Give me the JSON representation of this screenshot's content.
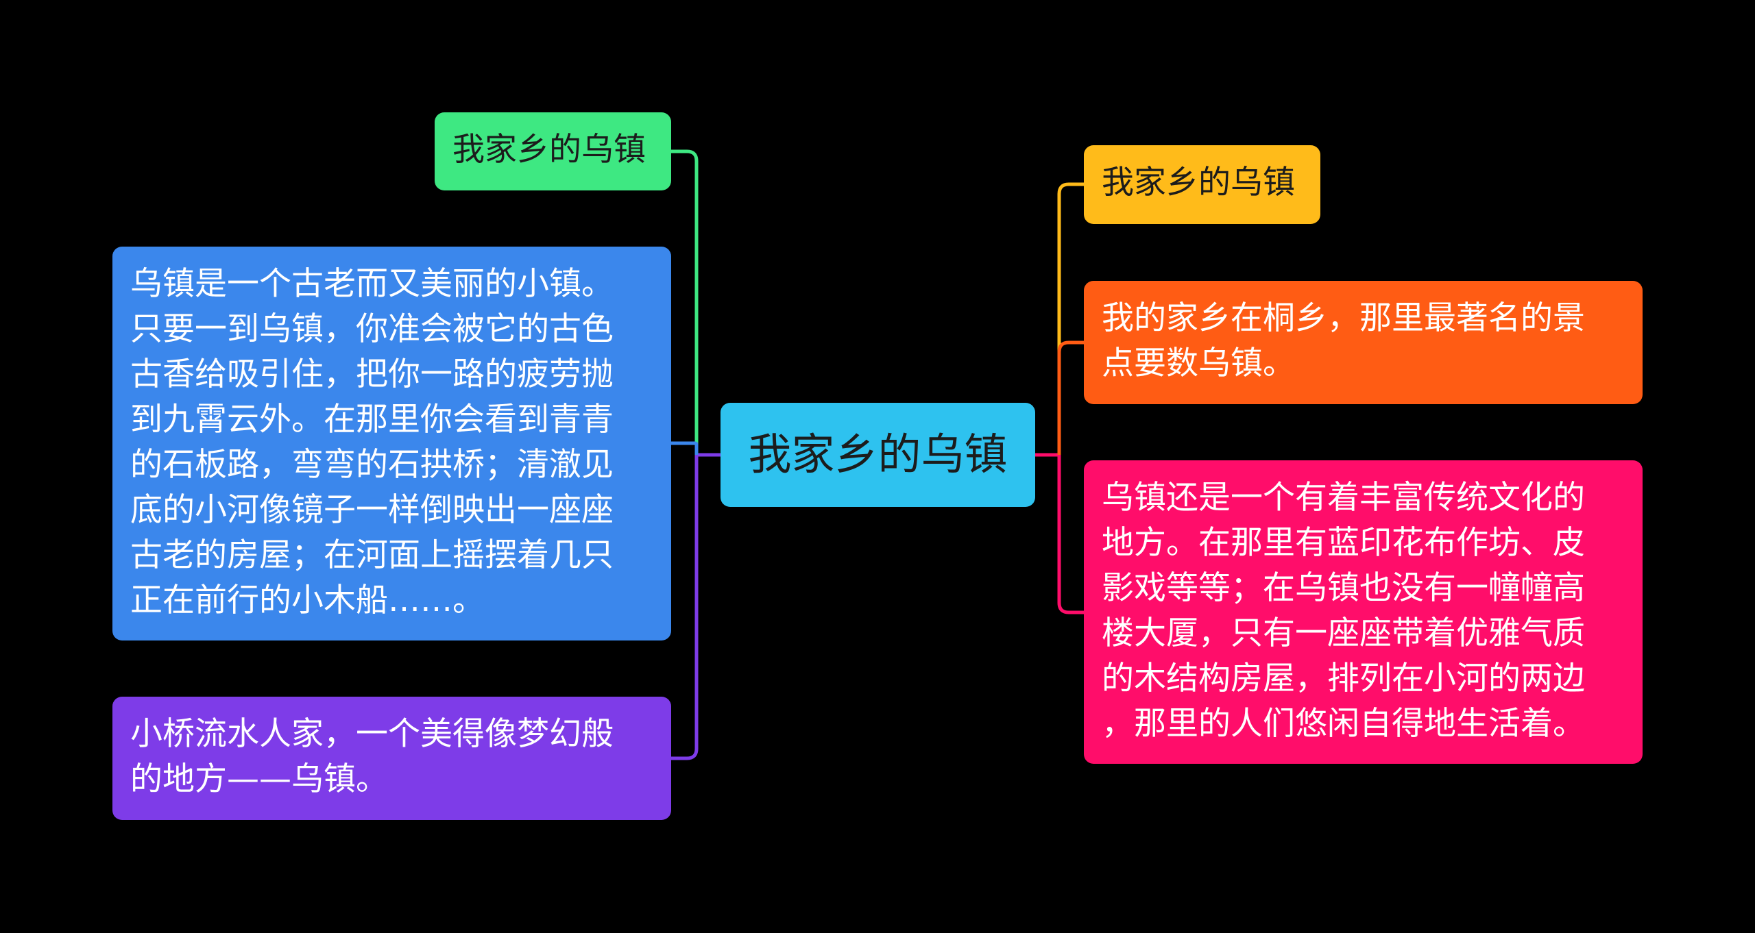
{
  "colors": {
    "background": "#000000",
    "center": "#2ec2ef",
    "left_title": "#3ee882",
    "left_description": "#3b87ec",
    "left_summary": "#7e3ce8",
    "right_title": "#ffbb1a",
    "right_hometown": "#ff5c14",
    "right_culture": "#ff0d6a"
  },
  "center": {
    "text": "我家乡的乌镇"
  },
  "left": [
    {
      "lines": [
        "我家乡的乌镇"
      ]
    },
    {
      "lines": [
        "乌镇是一个古老而又美丽的小镇。",
        "只要一到乌镇，你准会被它的古色",
        "古香给吸引住，把你一路的疲劳抛",
        "到九霄云外。在那里你会看到青青",
        "的石板路，弯弯的石拱桥；清澈见",
        "底的小河像镜子一样倒映出一座座",
        "古老的房屋；在河面上摇摆着几只",
        "正在前行的小木船……。"
      ]
    },
    {
      "lines": [
        "小桥流水人家，一个美得像梦幻般",
        "的地方——乌镇。"
      ]
    }
  ],
  "right": [
    {
      "lines": [
        "我家乡的乌镇"
      ]
    },
    {
      "lines": [
        "我的家乡在桐乡，那里最著名的景",
        "点要数乌镇。"
      ]
    },
    {
      "lines": [
        "乌镇还是一个有着丰富传统文化的",
        "地方。在那里有蓝印花布作坊、皮",
        "影戏等等；在乌镇也没有一幢幢高",
        "楼大厦，只有一座座带着优雅气质",
        "的木结构房屋，排列在小河的两边",
        "，那里的人们悠闲自得地生活着。"
      ]
    }
  ]
}
